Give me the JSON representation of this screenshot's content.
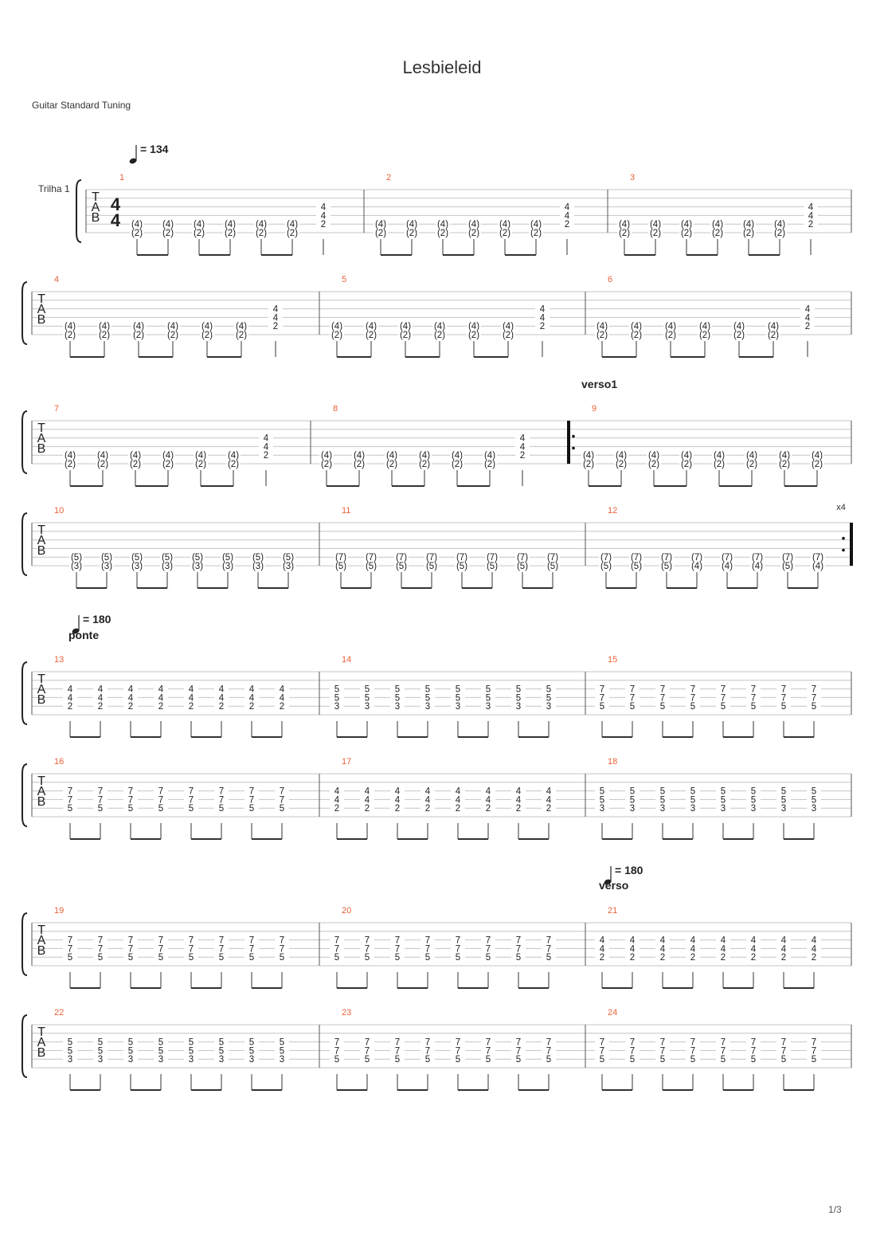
{
  "title": "Lesbieleid",
  "tuning_label": "Guitar Standard Tuning",
  "track_label": "Trilha 1",
  "time_signature": {
    "top": "4",
    "bottom": "4"
  },
  "tab_letters": [
    "T",
    "A",
    "B"
  ],
  "page_number": "1/3",
  "colors": {
    "bar_number": "#e8623a",
    "staff_line": "#c4c4c4",
    "text": "#222222"
  },
  "tempo_marks": [
    {
      "bpm": "= 134",
      "system": 0
    },
    {
      "bpm": "= 180",
      "system": 4
    },
    {
      "bpm": "= 180",
      "system": 8
    }
  ],
  "sections": [
    {
      "label": "verso1",
      "measure": 9
    },
    {
      "label": "ponte",
      "measure": 13
    },
    {
      "label": "verso",
      "measure": 21
    }
  ],
  "repeat_count": "x4",
  "measures": [
    {
      "n": "1",
      "chords": [
        [
          "(4)",
          "(2)"
        ],
        [
          "(4)",
          "(2)"
        ],
        [
          "(4)",
          "(2)"
        ],
        [
          "(4)",
          "(2)"
        ],
        [
          "(4)",
          "(2)"
        ],
        [
          "(4)",
          "(2)"
        ],
        [
          "4",
          "4",
          "2"
        ]
      ]
    },
    {
      "n": "2",
      "chords": [
        [
          "(4)",
          "(2)"
        ],
        [
          "(4)",
          "(2)"
        ],
        [
          "(4)",
          "(2)"
        ],
        [
          "(4)",
          "(2)"
        ],
        [
          "(4)",
          "(2)"
        ],
        [
          "(4)",
          "(2)"
        ],
        [
          "4",
          "4",
          "2"
        ]
      ]
    },
    {
      "n": "3",
      "chords": [
        [
          "(4)",
          "(2)"
        ],
        [
          "(4)",
          "(2)"
        ],
        [
          "(4)",
          "(2)"
        ],
        [
          "(4)",
          "(2)"
        ],
        [
          "(4)",
          "(2)"
        ],
        [
          "(4)",
          "(2)"
        ],
        [
          "4",
          "4",
          "2"
        ]
      ]
    },
    {
      "n": "4",
      "chords": [
        [
          "(4)",
          "(2)"
        ],
        [
          "(4)",
          "(2)"
        ],
        [
          "(4)",
          "(2)"
        ],
        [
          "(4)",
          "(2)"
        ],
        [
          "(4)",
          "(2)"
        ],
        [
          "(4)",
          "(2)"
        ],
        [
          "4",
          "4",
          "2"
        ]
      ]
    },
    {
      "n": "5",
      "chords": [
        [
          "(4)",
          "(2)"
        ],
        [
          "(4)",
          "(2)"
        ],
        [
          "(4)",
          "(2)"
        ],
        [
          "(4)",
          "(2)"
        ],
        [
          "(4)",
          "(2)"
        ],
        [
          "(4)",
          "(2)"
        ],
        [
          "4",
          "4",
          "2"
        ]
      ]
    },
    {
      "n": "6",
      "chords": [
        [
          "(4)",
          "(2)"
        ],
        [
          "(4)",
          "(2)"
        ],
        [
          "(4)",
          "(2)"
        ],
        [
          "(4)",
          "(2)"
        ],
        [
          "(4)",
          "(2)"
        ],
        [
          "(4)",
          "(2)"
        ],
        [
          "4",
          "4",
          "2"
        ]
      ]
    },
    {
      "n": "7",
      "chords": [
        [
          "(4)",
          "(2)"
        ],
        [
          "(4)",
          "(2)"
        ],
        [
          "(4)",
          "(2)"
        ],
        [
          "(4)",
          "(2)"
        ],
        [
          "(4)",
          "(2)"
        ],
        [
          "(4)",
          "(2)"
        ],
        [
          "4",
          "4",
          "2"
        ]
      ]
    },
    {
      "n": "8",
      "chords": [
        [
          "(4)",
          "(2)"
        ],
        [
          "(4)",
          "(2)"
        ],
        [
          "(4)",
          "(2)"
        ],
        [
          "(4)",
          "(2)"
        ],
        [
          "(4)",
          "(2)"
        ],
        [
          "(4)",
          "(2)"
        ],
        [
          "4",
          "4",
          "2"
        ]
      ]
    },
    {
      "n": "9",
      "chords": [
        [
          "(4)",
          "(2)"
        ],
        [
          "(4)",
          "(2)"
        ],
        [
          "(4)",
          "(2)"
        ],
        [
          "(4)",
          "(2)"
        ],
        [
          "(4)",
          "(2)"
        ],
        [
          "(4)",
          "(2)"
        ],
        [
          "(4)",
          "(2)"
        ],
        [
          "(4)",
          "(2)"
        ]
      ]
    },
    {
      "n": "10",
      "chords": [
        [
          "(5)",
          "(3)"
        ],
        [
          "(5)",
          "(3)"
        ],
        [
          "(5)",
          "(3)"
        ],
        [
          "(5)",
          "(3)"
        ],
        [
          "(5)",
          "(3)"
        ],
        [
          "(5)",
          "(3)"
        ],
        [
          "(5)",
          "(3)"
        ],
        [
          "(5)",
          "(3)"
        ]
      ]
    },
    {
      "n": "11",
      "chords": [
        [
          "(7)",
          "(5)"
        ],
        [
          "(7)",
          "(5)"
        ],
        [
          "(7)",
          "(5)"
        ],
        [
          "(7)",
          "(5)"
        ],
        [
          "(7)",
          "(5)"
        ],
        [
          "(7)",
          "(5)"
        ],
        [
          "(7)",
          "(5)"
        ],
        [
          "(7)",
          "(5)"
        ]
      ]
    },
    {
      "n": "12",
      "chords": [
        [
          "(7)",
          "(5)"
        ],
        [
          "(7)",
          "(5)"
        ],
        [
          "(7)",
          "(5)"
        ],
        [
          "(7)",
          "(4)"
        ],
        [
          "(7)",
          "(4)"
        ],
        [
          "(7)",
          "(4)"
        ],
        [
          "(7)",
          "(5)"
        ],
        [
          "(7)",
          "(4)"
        ]
      ]
    },
    {
      "n": "13",
      "chords": [
        [
          "4",
          "4",
          "2"
        ],
        [
          "4",
          "4",
          "2"
        ],
        [
          "4",
          "4",
          "2"
        ],
        [
          "4",
          "4",
          "2"
        ],
        [
          "4",
          "4",
          "2"
        ],
        [
          "4",
          "4",
          "2"
        ],
        [
          "4",
          "4",
          "2"
        ],
        [
          "4",
          "4",
          "2"
        ]
      ]
    },
    {
      "n": "14",
      "chords": [
        [
          "5",
          "5",
          "3"
        ],
        [
          "5",
          "5",
          "3"
        ],
        [
          "5",
          "5",
          "3"
        ],
        [
          "5",
          "5",
          "3"
        ],
        [
          "5",
          "5",
          "3"
        ],
        [
          "5",
          "5",
          "3"
        ],
        [
          "5",
          "5",
          "3"
        ],
        [
          "5",
          "5",
          "3"
        ]
      ]
    },
    {
      "n": "15",
      "chords": [
        [
          "7",
          "7",
          "5"
        ],
        [
          "7",
          "7",
          "5"
        ],
        [
          "7",
          "7",
          "5"
        ],
        [
          "7",
          "7",
          "5"
        ],
        [
          "7",
          "7",
          "5"
        ],
        [
          "7",
          "7",
          "5"
        ],
        [
          "7",
          "7",
          "5"
        ],
        [
          "7",
          "7",
          "5"
        ]
      ]
    },
    {
      "n": "16",
      "chords": [
        [
          "7",
          "7",
          "5"
        ],
        [
          "7",
          "7",
          "5"
        ],
        [
          "7",
          "7",
          "5"
        ],
        [
          "7",
          "7",
          "5"
        ],
        [
          "7",
          "7",
          "5"
        ],
        [
          "7",
          "7",
          "5"
        ],
        [
          "7",
          "7",
          "5"
        ],
        [
          "7",
          "7",
          "5"
        ]
      ]
    },
    {
      "n": "17",
      "chords": [
        [
          "4",
          "4",
          "2"
        ],
        [
          "4",
          "4",
          "2"
        ],
        [
          "4",
          "4",
          "2"
        ],
        [
          "4",
          "4",
          "2"
        ],
        [
          "4",
          "4",
          "2"
        ],
        [
          "4",
          "4",
          "2"
        ],
        [
          "4",
          "4",
          "2"
        ],
        [
          "4",
          "4",
          "2"
        ]
      ]
    },
    {
      "n": "18",
      "chords": [
        [
          "5",
          "5",
          "3"
        ],
        [
          "5",
          "5",
          "3"
        ],
        [
          "5",
          "5",
          "3"
        ],
        [
          "5",
          "5",
          "3"
        ],
        [
          "5",
          "5",
          "3"
        ],
        [
          "5",
          "5",
          "3"
        ],
        [
          "5",
          "5",
          "3"
        ],
        [
          "5",
          "5",
          "3"
        ]
      ]
    },
    {
      "n": "19",
      "chords": [
        [
          "7",
          "7",
          "5"
        ],
        [
          "7",
          "7",
          "5"
        ],
        [
          "7",
          "7",
          "5"
        ],
        [
          "7",
          "7",
          "5"
        ],
        [
          "7",
          "7",
          "5"
        ],
        [
          "7",
          "7",
          "5"
        ],
        [
          "7",
          "7",
          "5"
        ],
        [
          "7",
          "7",
          "5"
        ]
      ]
    },
    {
      "n": "20",
      "chords": [
        [
          "7",
          "7",
          "5"
        ],
        [
          "7",
          "7",
          "5"
        ],
        [
          "7",
          "7",
          "5"
        ],
        [
          "7",
          "7",
          "5"
        ],
        [
          "7",
          "7",
          "5"
        ],
        [
          "7",
          "7",
          "5"
        ],
        [
          "7",
          "7",
          "5"
        ],
        [
          "7",
          "7",
          "5"
        ]
      ]
    },
    {
      "n": "21",
      "chords": [
        [
          "4",
          "4",
          "2"
        ],
        [
          "4",
          "4",
          "2"
        ],
        [
          "4",
          "4",
          "2"
        ],
        [
          "4",
          "4",
          "2"
        ],
        [
          "4",
          "4",
          "2"
        ],
        [
          "4",
          "4",
          "2"
        ],
        [
          "4",
          "4",
          "2"
        ],
        [
          "4",
          "4",
          "2"
        ]
      ]
    },
    {
      "n": "22",
      "chords": [
        [
          "5",
          "5",
          "3"
        ],
        [
          "5",
          "5",
          "3"
        ],
        [
          "5",
          "5",
          "3"
        ],
        [
          "5",
          "5",
          "3"
        ],
        [
          "5",
          "5",
          "3"
        ],
        [
          "5",
          "5",
          "3"
        ],
        [
          "5",
          "5",
          "3"
        ],
        [
          "5",
          "5",
          "3"
        ]
      ]
    },
    {
      "n": "23",
      "chords": [
        [
          "7",
          "7",
          "5"
        ],
        [
          "7",
          "7",
          "5"
        ],
        [
          "7",
          "7",
          "5"
        ],
        [
          "7",
          "7",
          "5"
        ],
        [
          "7",
          "7",
          "5"
        ],
        [
          "7",
          "7",
          "5"
        ],
        [
          "7",
          "7",
          "5"
        ],
        [
          "7",
          "7",
          "5"
        ]
      ]
    },
    {
      "n": "24",
      "chords": [
        [
          "7",
          "7",
          "5"
        ],
        [
          "7",
          "7",
          "5"
        ],
        [
          "7",
          "7",
          "5"
        ],
        [
          "7",
          "7",
          "5"
        ],
        [
          "7",
          "7",
          "5"
        ],
        [
          "7",
          "7",
          "5"
        ],
        [
          "7",
          "7",
          "5"
        ],
        [
          "7",
          "7",
          "5"
        ]
      ]
    }
  ]
}
